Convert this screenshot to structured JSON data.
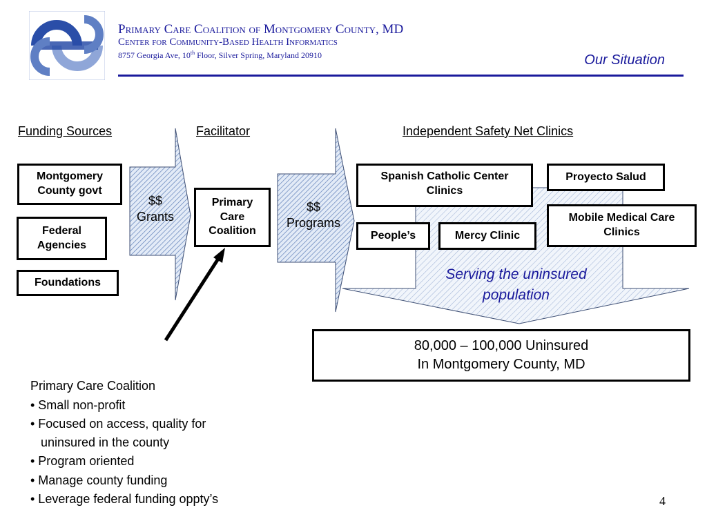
{
  "header": {
    "org_name": "Primary Care Coalition of Montgomery County, MD",
    "center_name": "Center for Community-Based Health Informatics",
    "address_prefix": "8757 Georgia Ave, 10",
    "address_sup": "th",
    "address_suffix": " Floor, Silver Spring, Maryland 20910",
    "slide_title": "Our Situation"
  },
  "columns": {
    "funding": "Funding Sources ",
    "facilitator": "Facilitator",
    "clinics": "Independent Safety Net Clinics"
  },
  "funding_sources": {
    "county": "Montgomery County govt",
    "federal": "Federal Agencies",
    "foundations": "Foundations"
  },
  "arrows": {
    "grants_line1": "$$",
    "grants_line2": "Grants",
    "programs_line1": "$$",
    "programs_line2": "Programs"
  },
  "facilitator": {
    "name": "Primary Care Coalition"
  },
  "clinics": {
    "spanish_catholic": "Spanish Catholic Center Clinics",
    "proyecto_salud": "Proyecto Salud",
    "mobile_medical": "Mobile Medical Care Clinics",
    "peoples": "People’s",
    "mercy": "Mercy Clinic"
  },
  "serving": {
    "line1": "Serving the uninsured",
    "line2": "population"
  },
  "uninsured": {
    "line1": "80,000 – 100,000 Uninsured",
    "line2": "In Montgomery County, MD"
  },
  "description": {
    "title": "Primary Care Coalition",
    "items": [
      "• Small non-profit",
      "• Focused on access, quality for",
      "   uninsured in the county",
      "• Program oriented",
      "• Manage county funding",
      "• Leverage federal funding oppty’s"
    ]
  },
  "page_number": "4",
  "colors": {
    "accent": "#1a1a9c",
    "logo": "#2a4ea8",
    "hatch": "#5f7fb8"
  }
}
